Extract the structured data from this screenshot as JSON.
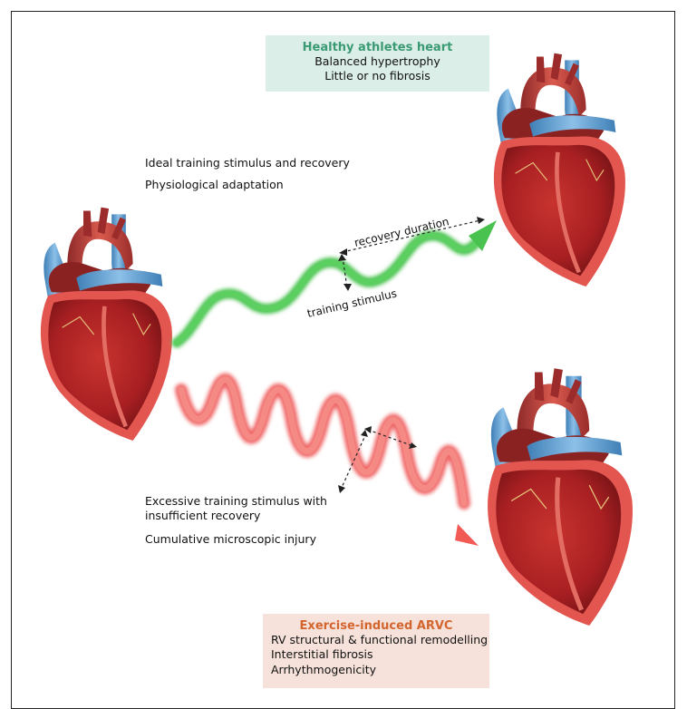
{
  "healthy": {
    "title": "Healthy athletes heart",
    "lines": [
      "Balanced hypertrophy",
      "Little or no fibrosis"
    ]
  },
  "ideal": {
    "lines": [
      "Ideal training stimulus and recovery",
      "Physiological adaptation"
    ]
  },
  "green_path": {
    "recovery_label": "recovery duration",
    "stimulus_label": "training stimulus"
  },
  "excessive": {
    "lines": [
      "Excessive training stimulus with",
      "insufficient recovery",
      "Cumulative microscopic injury"
    ]
  },
  "arvc": {
    "title": "Exercise-induced ARVC",
    "lines": [
      "RV structural & functional remodelling",
      "Interstitial fibrosis",
      "Arrhythmogenicity"
    ]
  },
  "colors": {
    "healthy_accent": "#3a9a74",
    "arvc_accent": "#d3652e",
    "green_wave": "#49c24f",
    "red_wave": "#f06a6a",
    "myocardium": "#b7272a",
    "vessel_blue": "#5a9fd1"
  }
}
